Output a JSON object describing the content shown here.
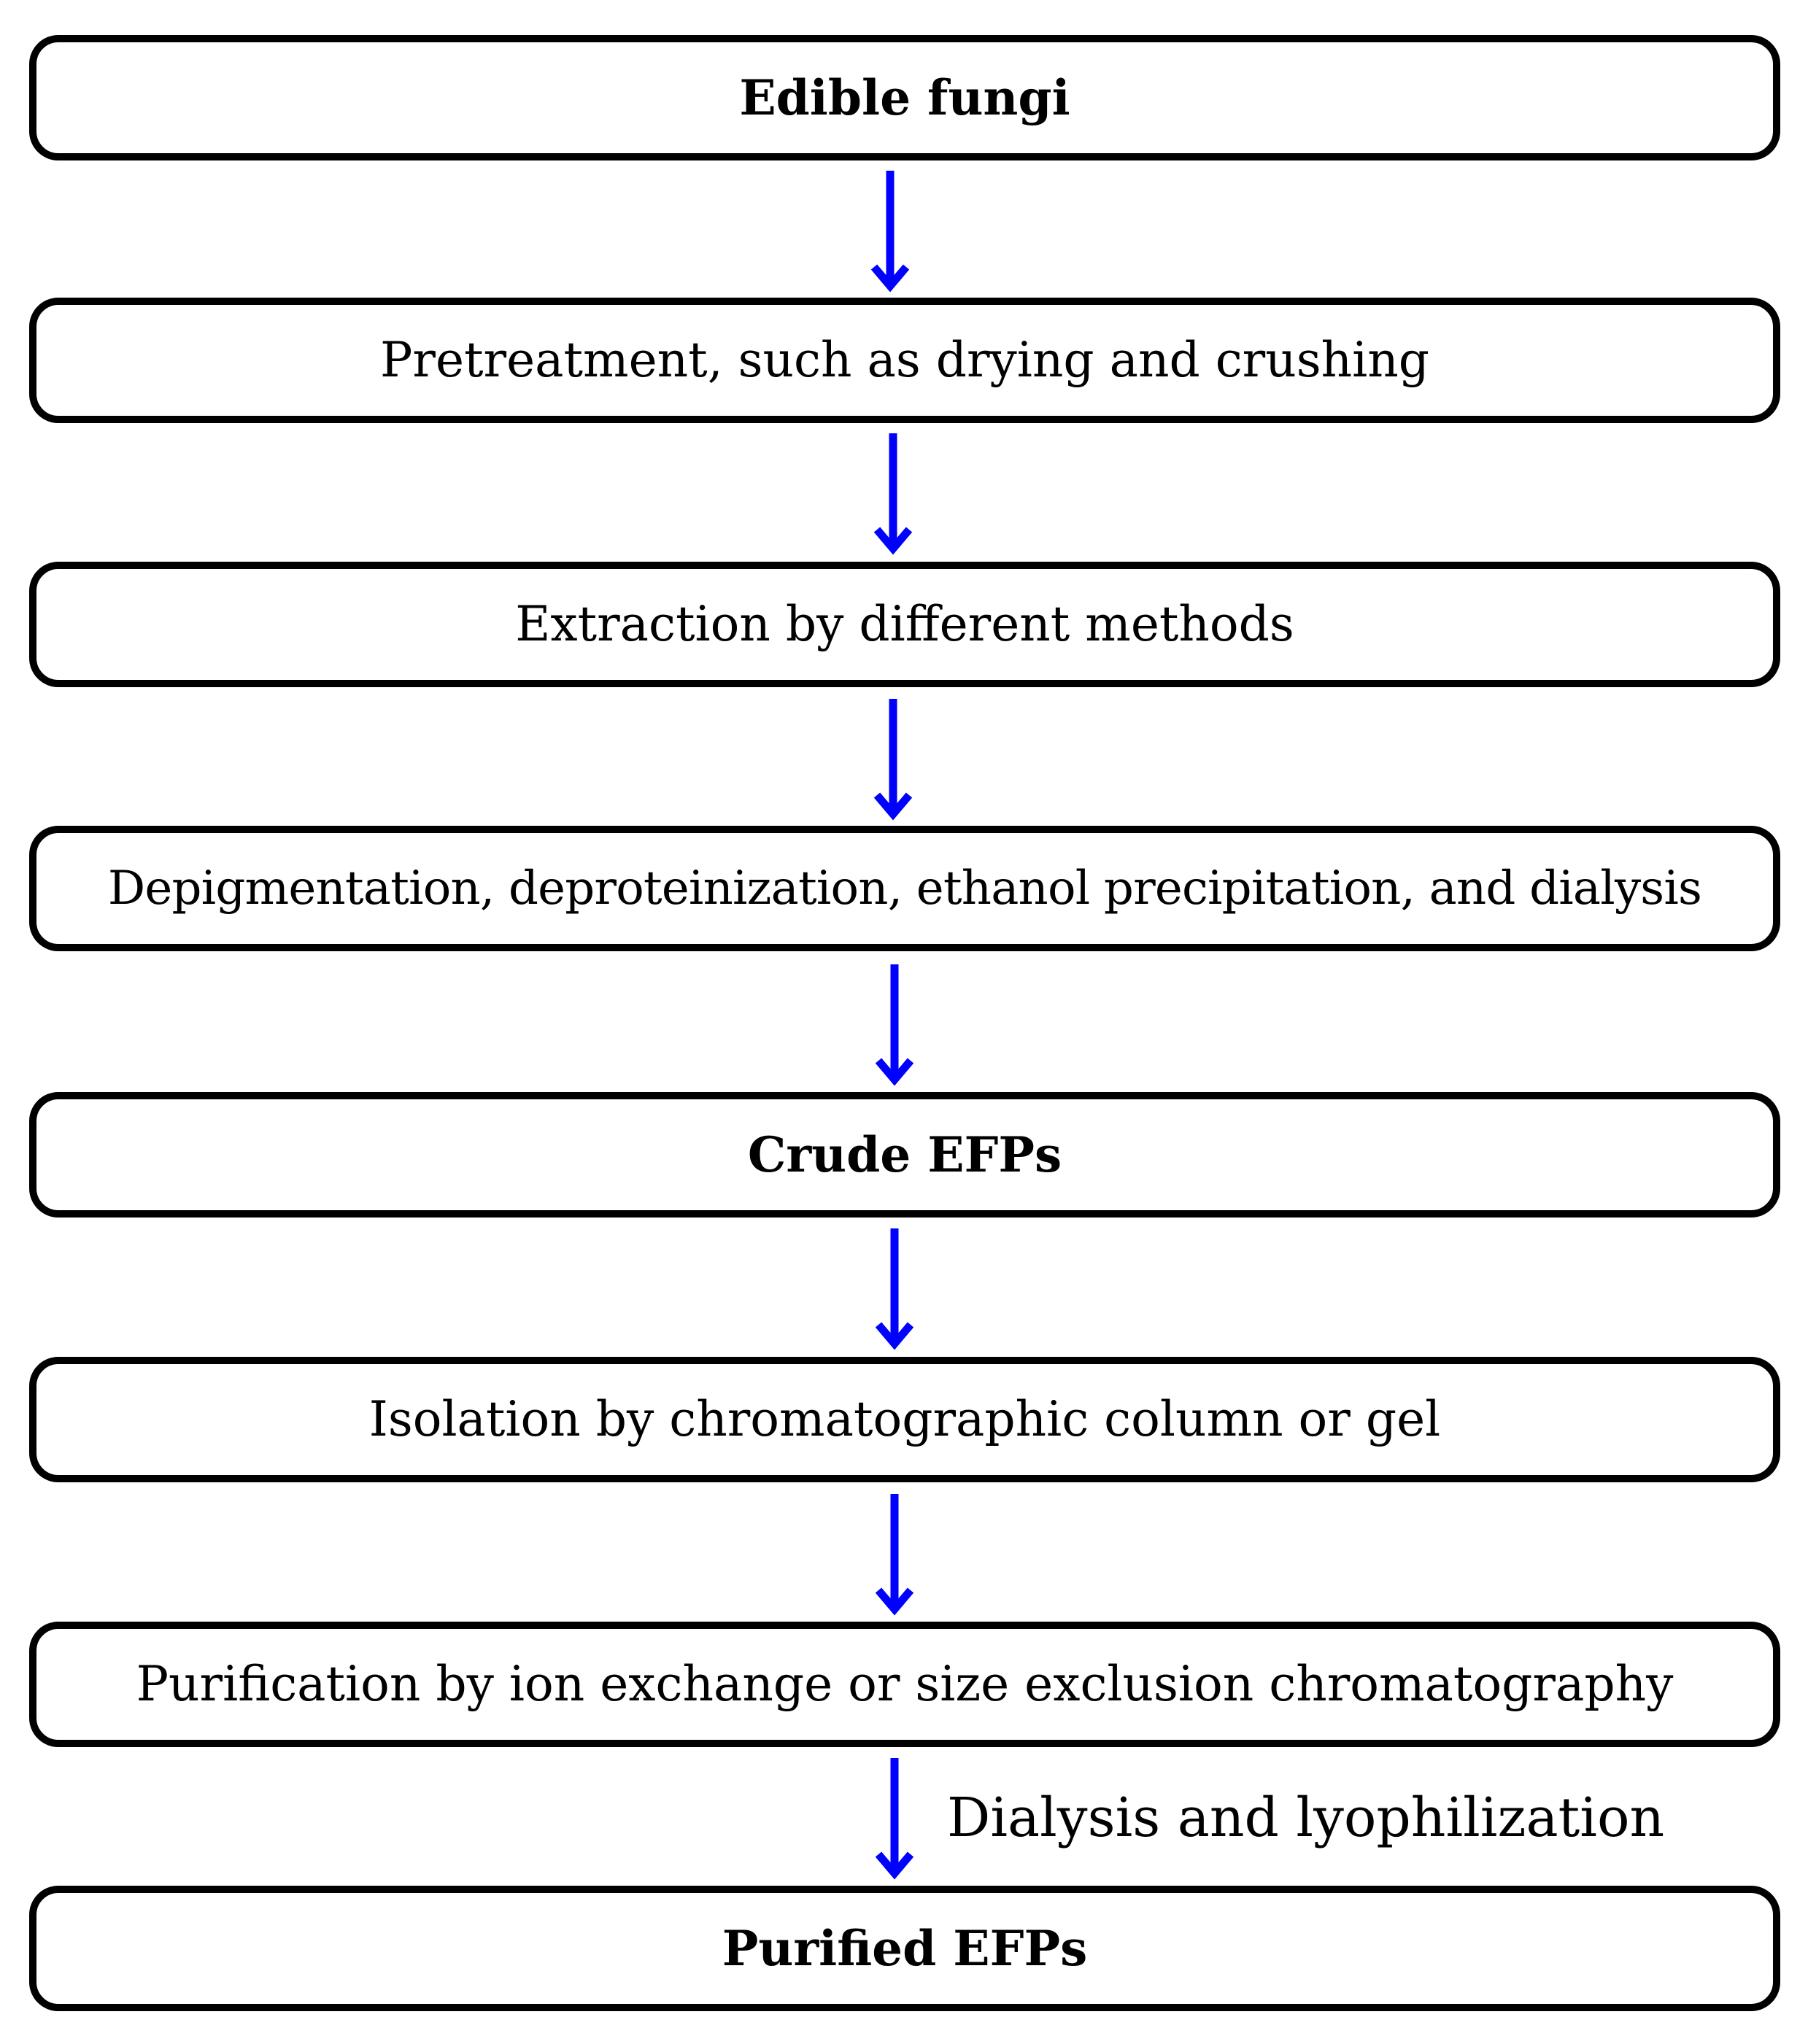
{
  "flowchart": {
    "steps": [
      {
        "label": "Edible fungi"
      },
      {
        "label": "Pretreatment, such as drying and crushing"
      },
      {
        "label": "Extraction by different methods"
      },
      {
        "label": "Depigmentation, deproteinization, ethanol precipitation, and dialysis"
      },
      {
        "label": "Crude EFPs"
      },
      {
        "label": "Isolation by chromatographic column or gel"
      },
      {
        "label": "Purification by ion exchange or size exclusion chromatography"
      },
      {
        "label": "Purified EFPs"
      }
    ],
    "final_arrow_note": "Dialysis and lyophilization",
    "colors": {
      "arrow": "#0000ff",
      "box_border": "#000000",
      "text": "#000000",
      "background": "#ffffff"
    }
  }
}
